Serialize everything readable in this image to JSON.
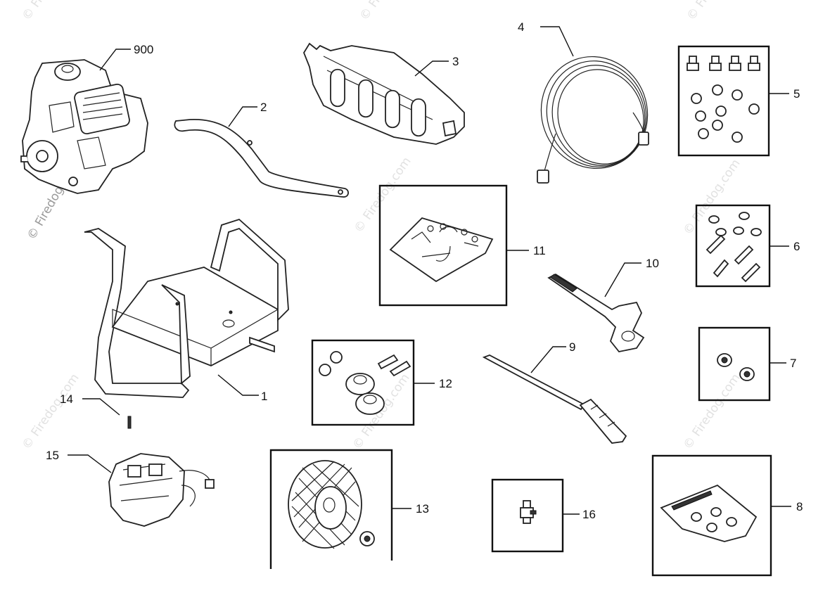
{
  "watermark": "© Firedog.com",
  "callouts": {
    "p900": "900",
    "p1": "1",
    "p2": "2",
    "p3": "3",
    "p4": "4",
    "p5": "5",
    "p6": "6",
    "p7": "7",
    "p8": "8",
    "p9": "9",
    "p10": "10",
    "p11": "11",
    "p12": "12",
    "p13": "13",
    "p14": "14",
    "p15": "15",
    "p16": "16"
  }
}
